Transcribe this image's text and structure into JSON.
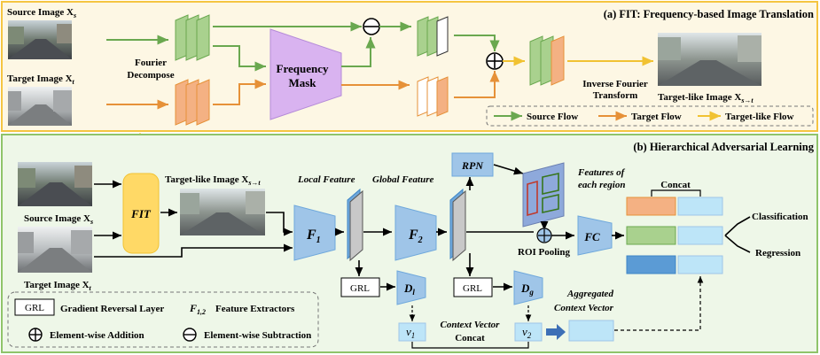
{
  "panel_a": {
    "title": "(a) FIT: Frequency-based Image Translation",
    "source_image_label": "Source Image X",
    "source_sub": "s",
    "target_image_label": "Target Image X",
    "target_sub": "t",
    "fourier_line1": "Fourier",
    "fourier_line2": "Decompose",
    "mask_line1": "Frequency",
    "mask_line2": "Mask",
    "inverse_line1": "Inverse Fourier",
    "inverse_line2": "Transform",
    "target_like_label": "Target-like Image X",
    "target_like_sub": "s→t",
    "legend": {
      "source_flow": "Source Flow",
      "target_flow": "Target Flow",
      "target_like_flow": "Target-like Flow"
    }
  },
  "panel_b": {
    "title": "(b) Hierarchical Adversarial Learning",
    "source_image_label": "Source Image X",
    "source_sub": "s",
    "target_image_label": "Target Image X",
    "target_sub": "t",
    "fit_label": "FIT",
    "target_like_label": "Target-like Image X",
    "target_like_sub": "s→t",
    "local_feature": "Local Feature",
    "global_feature": "Global Feature",
    "f1": "F",
    "f1_sub": "1",
    "f2": "F",
    "f2_sub": "2",
    "rpn": "RPN",
    "roi_pooling": "ROI Pooling",
    "fc": "FC",
    "features_region_line1": "Features of",
    "features_region_line2": "each region",
    "concat_top": "Concat",
    "classification": "Classification",
    "regression": "Regression",
    "grl": "GRL",
    "dl": "D",
    "dl_sub": "l",
    "dg": "D",
    "dg_sub": "g",
    "v1": "v",
    "v1_sub": "1",
    "v2": "v",
    "v2_sub": "2",
    "context_line1": "Context Vector",
    "context_line2": "Concat",
    "aggregated_line1": "Aggregated",
    "aggregated_line2": "Context Vector",
    "legend": {
      "grl_box": "GRL",
      "grl_text": "Gradient Reversal Layer",
      "fe_symbol": "F",
      "fe_sub": "1,2",
      "fe_text": "Feature Extractors",
      "add_text": "Element-wise Addition",
      "sub_text": "Element-wise Subtraction"
    }
  },
  "colors": {
    "panel_a_fill": "#fdf7e4",
    "panel_a_border": "#f5c542",
    "panel_b_fill": "#eef7e8",
    "panel_b_border": "#8fc46a",
    "source_flow": "#6aa84f",
    "target_flow": "#e69138",
    "target_like_flow": "#f1c232",
    "frequency_mask": "#d9b3f0",
    "extractor_blue": "#9fc5e8",
    "fit_box": "#ffd966",
    "region_orange": "#f4b183",
    "region_green": "#a9d18e",
    "region_blue": "#5b9bd5",
    "region_light": "#bde5f8"
  },
  "icons": [
    "image-thumbnail",
    "subtraction-icon",
    "addition-icon",
    "gear-icon-none"
  ]
}
